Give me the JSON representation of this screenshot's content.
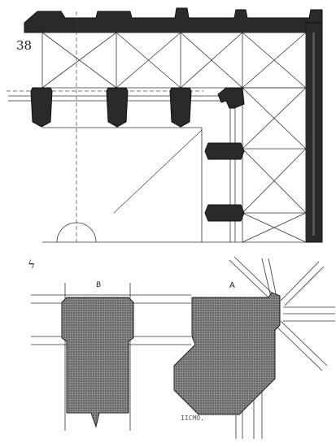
{
  "plate": {
    "figure_number": "38",
    "detail_label_b": "B",
    "detail_label_a": "A",
    "engraver_mark": "IICMO.",
    "small_mark": "ϟ"
  },
  "colors": {
    "ink": "#222222",
    "hatch_fill": "#7a7a7a",
    "paper": "#ffffff"
  }
}
